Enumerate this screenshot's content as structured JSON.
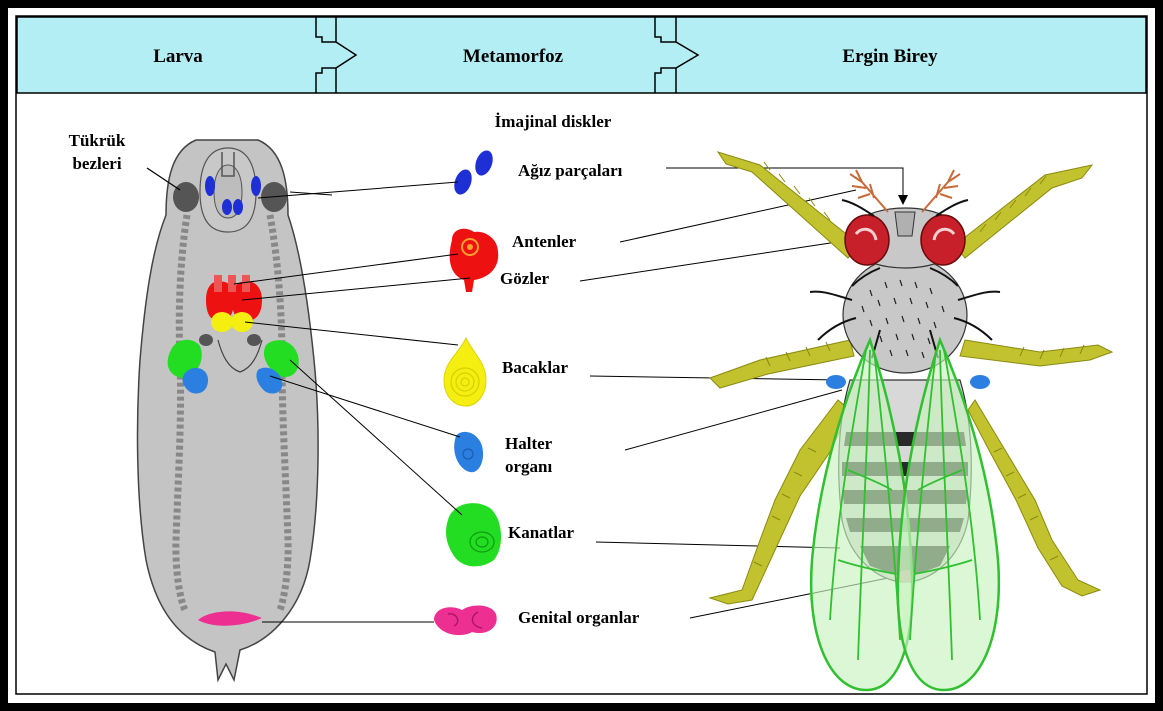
{
  "stages": {
    "larva": "Larva",
    "metamorphosis": "Metamorfoz",
    "adult": "Ergin Birey"
  },
  "discs_title": "İmajinal diskler",
  "larva_label": {
    "line1": "Tükrük",
    "line2": "bezleri"
  },
  "labels": {
    "mouthparts": "Ağız parçaları",
    "antennae": "Antenler",
    "eyes": "Gözler",
    "legs": "Bacaklar",
    "halter_line1": "Halter",
    "halter_line2": "organı",
    "wings": "Kanatlar",
    "genitals": "Genital organlar"
  },
  "colors": {
    "header_fill": "#b3eef4",
    "larva_body": "#c4c4c4",
    "mouth_disc": "#1f2fd6",
    "eye_disc": "#ee1111",
    "leg_disc": "#f4ef10",
    "halter_disc": "#2a7fe0",
    "wing_disc": "#22dd22",
    "genital_disc": "#ee2f92",
    "fly_legs": "#c2c22e",
    "fly_eyes": "#c8202a",
    "fly_wings": "#30c030"
  }
}
